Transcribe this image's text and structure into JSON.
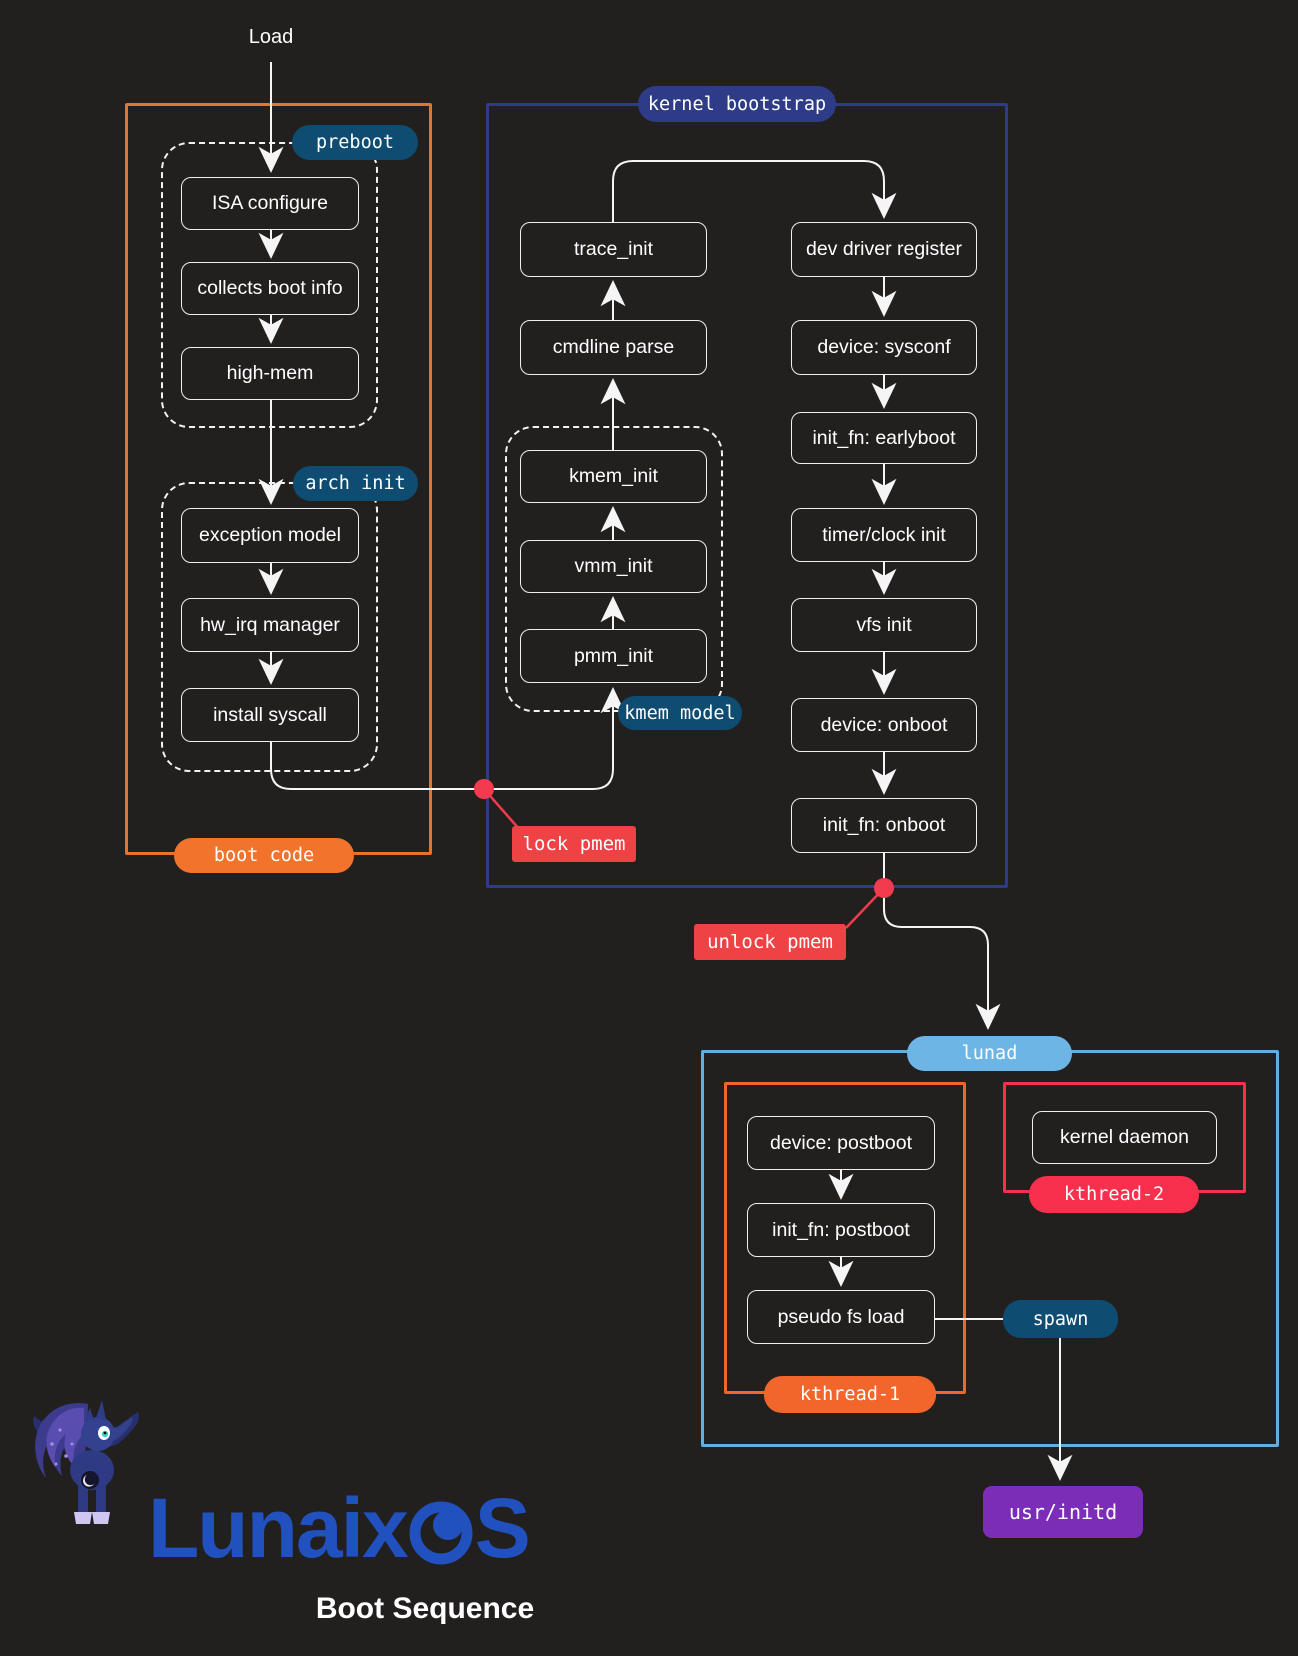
{
  "page": {
    "load_label": "Load",
    "subtitle": "Boot Sequence",
    "logo_prefix": "Lunaix",
    "logo_suffix": "S"
  },
  "colors": {
    "background": "#221F1F",
    "orange_frame": "#E97429",
    "navy_frame": "#2E3C87",
    "teal_badge": "#0E4C72",
    "light_blue_frame": "#5FB0E0",
    "red_annotation": "#EE4245",
    "crimson_frame": "#F8304E",
    "kthread1_orange": "#F2662B",
    "purple_box": "#7C2DB8",
    "logo_blue": "#2151BE"
  },
  "boot_code": {
    "badge": "boot code",
    "preboot": {
      "badge": "preboot",
      "steps": [
        "ISA configure",
        "collects boot info",
        "high-mem"
      ]
    },
    "arch_init": {
      "badge": "arch init",
      "steps": [
        "exception model",
        "hw_irq manager",
        "install syscall"
      ]
    }
  },
  "kernel_bootstrap": {
    "badge": "kernel bootstrap",
    "trace_chain": [
      "trace_init",
      "cmdline parse"
    ],
    "kmem_model": {
      "badge": "kmem model",
      "steps": [
        "kmem_init",
        "vmm_init",
        "pmm_init"
      ]
    },
    "device_chain": [
      "dev driver register",
      "device: sysconf",
      "init_fn: earlyboot",
      "timer/clock init",
      "vfs init",
      "device: onboot",
      "init_fn: onboot"
    ]
  },
  "annotations": {
    "lock_pmem": "lock pmem",
    "unlock_pmem": "unlock pmem",
    "spawn": "spawn"
  },
  "lunad": {
    "badge": "lunad",
    "kthread1": {
      "badge": "kthread-1",
      "steps": [
        "device: postboot",
        "init_fn: postboot",
        "pseudo fs load"
      ]
    },
    "kthread2": {
      "badge": "kthread-2",
      "steps": [
        "kernel daemon"
      ]
    }
  },
  "usr_initd": {
    "label": "usr/initd"
  }
}
